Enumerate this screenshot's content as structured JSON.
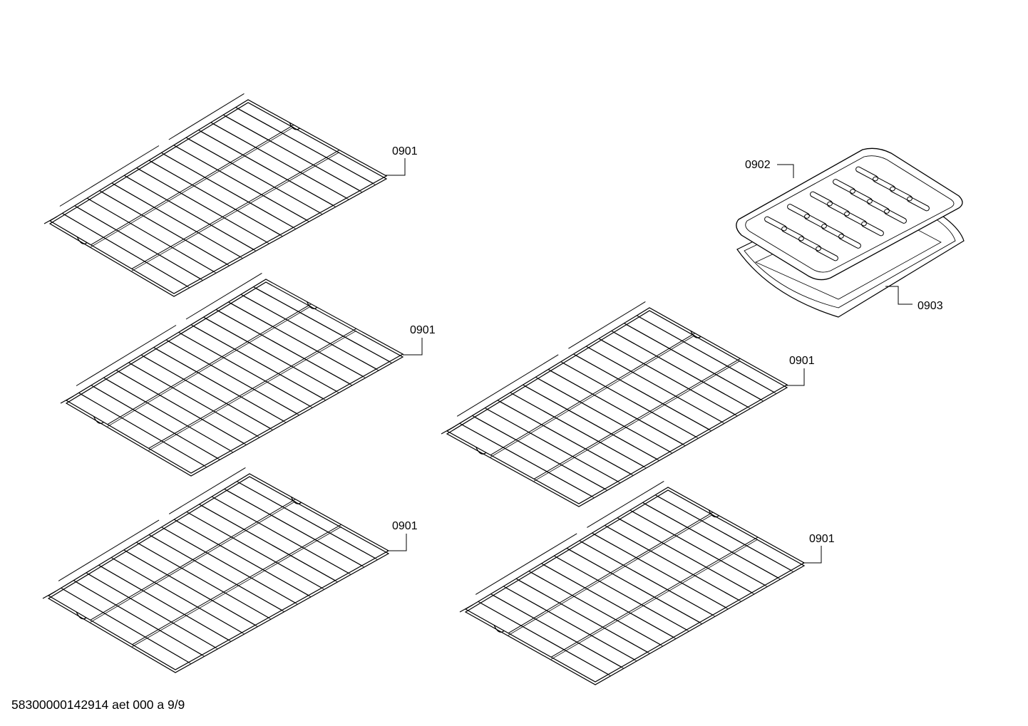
{
  "diagram": {
    "parts": [
      {
        "id": "rack-1",
        "part_number": "0901",
        "type": "wire-rack"
      },
      {
        "id": "rack-2",
        "part_number": "0901",
        "type": "wire-rack"
      },
      {
        "id": "rack-3",
        "part_number": "0901",
        "type": "wire-rack"
      },
      {
        "id": "rack-4",
        "part_number": "0901",
        "type": "wire-rack"
      },
      {
        "id": "rack-5",
        "part_number": "0901",
        "type": "wire-rack"
      },
      {
        "id": "broil-insert",
        "part_number": "0902",
        "type": "slotted-broil-pan-insert"
      },
      {
        "id": "broil-pan",
        "part_number": "0903",
        "type": "broil-pan"
      }
    ]
  },
  "footer": {
    "document_code": "58300000142914 aet 000 a 9/9"
  },
  "colors": {
    "line": "#000000",
    "background": "#ffffff"
  }
}
